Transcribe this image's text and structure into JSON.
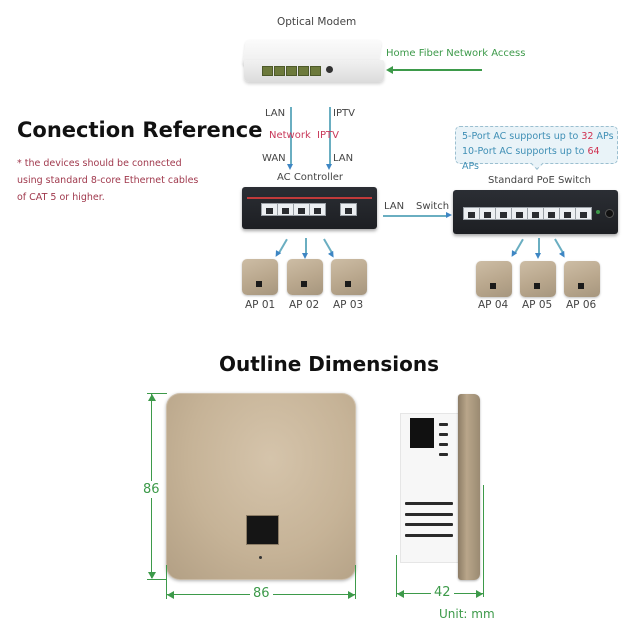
{
  "section1": {
    "title": "Conection Reference",
    "note_lines": [
      "* the devices should be connected",
      "using standard 8-core Ethernet cables",
      "of CAT 5 or higher."
    ]
  },
  "modem": {
    "label": "Optical Modem",
    "fiber_label": "Home Fiber Network Access"
  },
  "links": {
    "left_top": "LAN",
    "left_mid": "Network",
    "left_bottom": "WAN",
    "right_top": "IPTV",
    "right_mid": "IPTV",
    "right_bottom": "LAN",
    "ac_to_switch_left": "LAN",
    "ac_to_switch_right": "Switch"
  },
  "ac_controller": {
    "label": "AC Controller"
  },
  "poe_switch": {
    "label": "Standard PoE Switch"
  },
  "callout": {
    "line1_prefix": "5-Port AC supports up to ",
    "line1_num": "32",
    "line1_suffix": " APs",
    "line2_prefix": "10-Port AC supports up to ",
    "line2_num": "64",
    "line2_suffix": " APs"
  },
  "access_points": [
    "AP 01",
    "AP 02",
    "AP 03",
    "AP 04",
    "AP 05",
    "AP 06"
  ],
  "section2": {
    "title": "Outline Dimensions",
    "height": "86",
    "width": "86",
    "depth": "42",
    "unit": "Unit: mm"
  },
  "colors": {
    "accent_green": "#3d9a4a",
    "accent_red": "#c8395a",
    "arrow_blue": "#3e86c4",
    "ap_gold": "#c6b397"
  }
}
